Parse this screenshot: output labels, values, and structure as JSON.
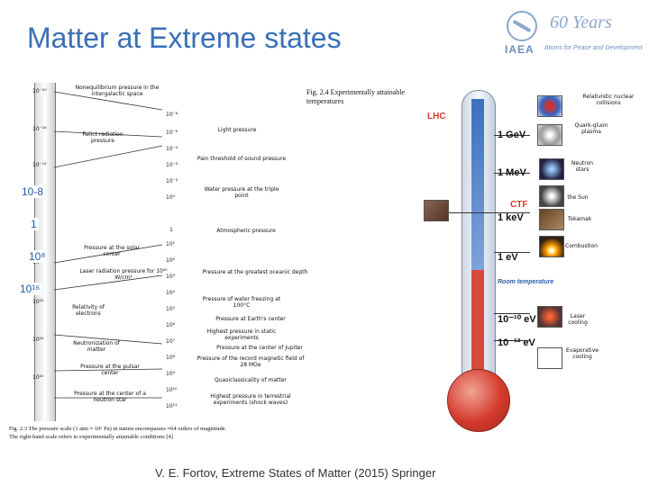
{
  "slide": {
    "title": "Matter at Extreme states",
    "logo": {
      "years": "60 Years",
      "org": "IAEA",
      "tagline": "Atoms for Peace and Development"
    },
    "citation": "V. E. Fortov,  Extreme States of Matter (2015) Springer"
  },
  "overlay_labels": [
    "10-8",
    "1",
    "10⁸",
    "10¹⁶"
  ],
  "fig23": {
    "left_ticks": [
      "10⁻²⁰",
      "10⁻¹⁶",
      "10⁻¹²",
      "10⁸",
      "10¹²",
      "10¹⁶",
      "10²⁰"
    ],
    "left_labels": [
      "Nonequilibrium pressure in the intergalactic space",
      "Relict radiation pressure",
      "Pressure at the solar center",
      "Laser radiation pressure for 10²⁰ W/cm²",
      "Relativity of electrons",
      "Neutronization of matter",
      "Pressure at the pulsar center",
      "Pressure at the center of a neutron star"
    ],
    "middle_ticks": [
      "10⁻⁸",
      "10⁻⁶",
      "10⁻⁴",
      "10⁻²",
      "10⁻²",
      "10⁰",
      "1",
      "10¹",
      "10²",
      "10³",
      "10⁴",
      "10⁵",
      "10⁶",
      "10⁷",
      "10⁸",
      "10⁹",
      "10¹⁰",
      "10¹¹"
    ],
    "right_labels": [
      "Light pressure",
      "Pain threshold of sound pressure",
      "Water pressure at the triple point",
      "Atmospheric pressure",
      "Pressure at the greatest oceanic depth",
      "Pressure of water freezing at 100°C",
      "Pressure at Earth's center",
      "Highest pressure in static experiments",
      "Pressure at the center of Jupiter",
      "Pressure of the record magnetic field of 28 MOe",
      "Quasiclassicality of matter",
      "Highest pressure in terrestrial experiments (shock waves)"
    ],
    "caption_1": "Fig. 2.3 The pressure scale (1 atm ≈ 10⁵ Pa) in nature encompasses ≈64 orders of magnitude.",
    "caption_2": "The right-hand scale refers to experimentally attainable conditions [4]"
  },
  "fig24": {
    "title": "Fig. 2.4  Experimentally attainable temperatures",
    "lhc": "LHC",
    "ctf": "CTF",
    "room": "Room temperature",
    "scale": [
      "1 GeV",
      "1 MeV",
      "1 keV",
      "1 eV",
      "10⁻¹⁰ eV",
      "10⁻¹² eV"
    ],
    "side_labels": [
      "Relativistic nuclear collisions",
      "Quark-gluon plasma",
      "Neutron stars",
      "the Sun",
      "Tokamak",
      "Combustion",
      "Laser cooling",
      "Evaporative cooling"
    ]
  },
  "colors": {
    "title": "#3a6fb7",
    "red": "#d63a2c",
    "blue": "#2b5fb0"
  }
}
